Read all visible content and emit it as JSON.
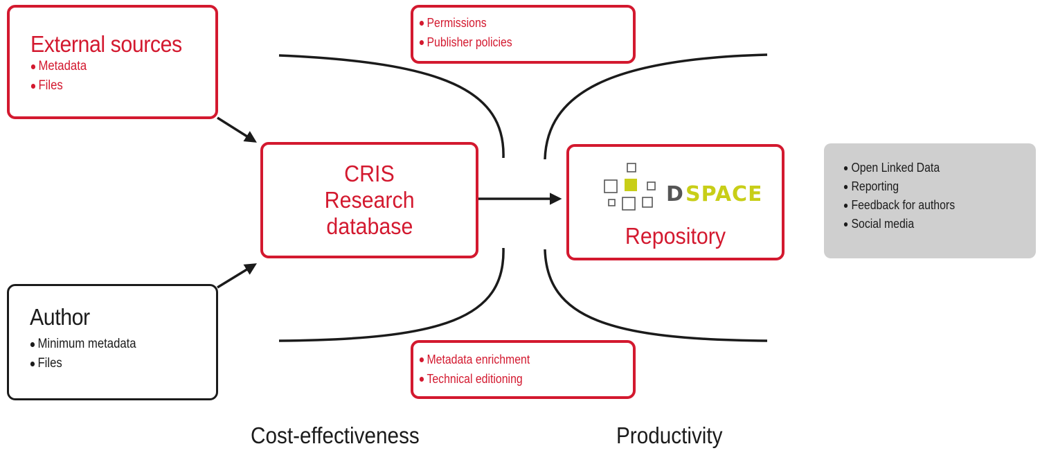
{
  "external_sources": {
    "title": "External sources",
    "items": [
      "Metadata",
      "Files"
    ]
  },
  "author": {
    "title": "Author",
    "items": [
      "Minimum metadata",
      "Files"
    ]
  },
  "policies": {
    "items": [
      "Permissions",
      "Publisher policies"
    ]
  },
  "enrichment": {
    "items": [
      "Metadata enrichment",
      "Technical editioning"
    ]
  },
  "cris": {
    "line1": "CRIS",
    "line2": "Research",
    "line3": "database"
  },
  "repository": {
    "logo_d": "D",
    "logo_space": "SPACE",
    "label": "Repository"
  },
  "outputs": {
    "items": [
      "Open Linked Data",
      "Reporting",
      "Feedback for authors",
      "Social media"
    ]
  },
  "labels": {
    "left": "Cost-effectiveness",
    "right": "Productivity"
  },
  "colors": {
    "accent_red": "#d3192f",
    "dark": "#1b1b1b",
    "grey_panel": "#cfcfcf",
    "dspace_green": "#c8ce18",
    "dspace_grey": "#555555"
  }
}
